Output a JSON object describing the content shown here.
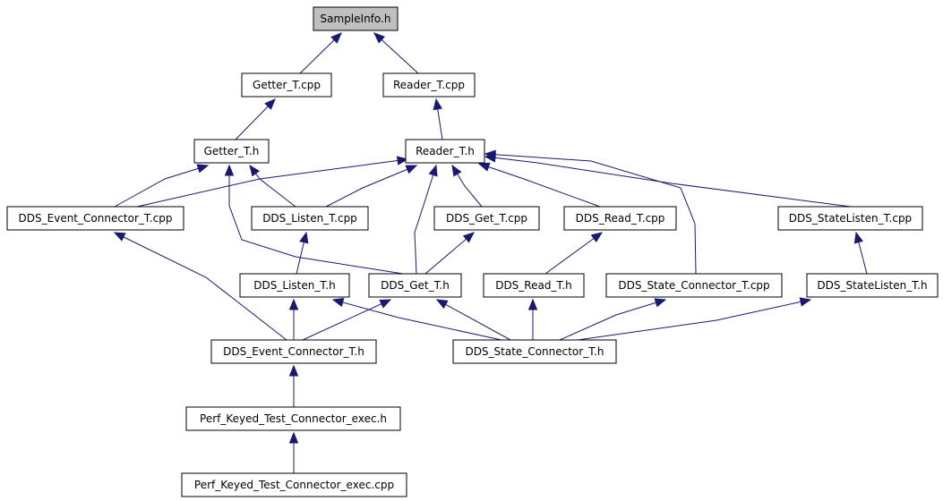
{
  "nodes": [
    {
      "id": "sampleinfo_h",
      "label": "SampleInfo.h",
      "root": true
    },
    {
      "id": "getter_t_cpp",
      "label": "Getter_T.cpp"
    },
    {
      "id": "reader_t_cpp",
      "label": "Reader_T.cpp"
    },
    {
      "id": "getter_t_h",
      "label": "Getter_T.h"
    },
    {
      "id": "reader_t_h",
      "label": "Reader_T.h"
    },
    {
      "id": "dds_event_connector_t_cpp",
      "label": "DDS_Event_Connector_T.cpp"
    },
    {
      "id": "dds_listen_t_cpp",
      "label": "DDS_Listen_T.cpp"
    },
    {
      "id": "dds_get_t_cpp",
      "label": "DDS_Get_T.cpp"
    },
    {
      "id": "dds_read_t_cpp",
      "label": "DDS_Read_T.cpp"
    },
    {
      "id": "dds_statelisten_t_cpp",
      "label": "DDS_StateListen_T.cpp"
    },
    {
      "id": "dds_listen_t_h",
      "label": "DDS_Listen_T.h"
    },
    {
      "id": "dds_get_t_h",
      "label": "DDS_Get_T.h"
    },
    {
      "id": "dds_read_t_h",
      "label": "DDS_Read_T.h"
    },
    {
      "id": "dds_state_connector_t_cpp",
      "label": "DDS_State_Connector_T.cpp"
    },
    {
      "id": "dds_statelisten_t_h",
      "label": "DDS_StateListen_T.h"
    },
    {
      "id": "dds_event_connector_t_h",
      "label": "DDS_Event_Connector_T.h"
    },
    {
      "id": "dds_state_connector_t_h",
      "label": "DDS_State_Connector_T.h"
    },
    {
      "id": "perf_keyed_test_connector_exec_h",
      "label": "Perf_Keyed_Test_Connector_exec.h"
    },
    {
      "id": "perf_keyed_test_connector_exec_cpp",
      "label": "Perf_Keyed_Test_Connector_exec.cpp"
    }
  ],
  "edges": [
    {
      "from": "getter_t_cpp",
      "to": "sampleinfo_h"
    },
    {
      "from": "reader_t_cpp",
      "to": "sampleinfo_h"
    },
    {
      "from": "getter_t_h",
      "to": "getter_t_cpp"
    },
    {
      "from": "reader_t_h",
      "to": "reader_t_cpp"
    },
    {
      "from": "dds_event_connector_t_cpp",
      "to": "getter_t_h"
    },
    {
      "from": "dds_event_connector_t_cpp",
      "to": "reader_t_h"
    },
    {
      "from": "dds_listen_t_cpp",
      "to": "getter_t_h"
    },
    {
      "from": "dds_listen_t_cpp",
      "to": "reader_t_h"
    },
    {
      "from": "dds_get_t_h",
      "to": "getter_t_h"
    },
    {
      "from": "dds_get_t_h",
      "to": "reader_t_h"
    },
    {
      "from": "dds_get_t_cpp",
      "to": "reader_t_h"
    },
    {
      "from": "dds_read_t_cpp",
      "to": "reader_t_h"
    },
    {
      "from": "dds_state_connector_t_cpp",
      "to": "reader_t_h"
    },
    {
      "from": "dds_statelisten_t_cpp",
      "to": "reader_t_h"
    },
    {
      "from": "dds_event_connector_t_h",
      "to": "dds_event_connector_t_cpp"
    },
    {
      "from": "dds_listen_t_h",
      "to": "dds_listen_t_cpp"
    },
    {
      "from": "dds_get_t_h",
      "to": "dds_get_t_cpp"
    },
    {
      "from": "dds_read_t_h",
      "to": "dds_read_t_cpp"
    },
    {
      "from": "dds_statelisten_t_h",
      "to": "dds_statelisten_t_cpp"
    },
    {
      "from": "dds_event_connector_t_h",
      "to": "dds_listen_t_h"
    },
    {
      "from": "dds_event_connector_t_h",
      "to": "dds_get_t_h"
    },
    {
      "from": "dds_state_connector_t_h",
      "to": "dds_listen_t_h"
    },
    {
      "from": "dds_state_connector_t_h",
      "to": "dds_get_t_h"
    },
    {
      "from": "dds_state_connector_t_h",
      "to": "dds_read_t_h"
    },
    {
      "from": "dds_state_connector_t_h",
      "to": "dds_state_connector_t_cpp"
    },
    {
      "from": "dds_state_connector_t_h",
      "to": "dds_statelisten_t_h"
    },
    {
      "from": "perf_keyed_test_connector_exec_h",
      "to": "dds_event_connector_t_h"
    },
    {
      "from": "perf_keyed_test_connector_exec_cpp",
      "to": "perf_keyed_test_connector_exec_h"
    }
  ],
  "colors": {
    "edge": "#191970",
    "root_fill": "#bfbfbf",
    "node_fill": "#ffffff",
    "node_stroke": "#000000"
  }
}
